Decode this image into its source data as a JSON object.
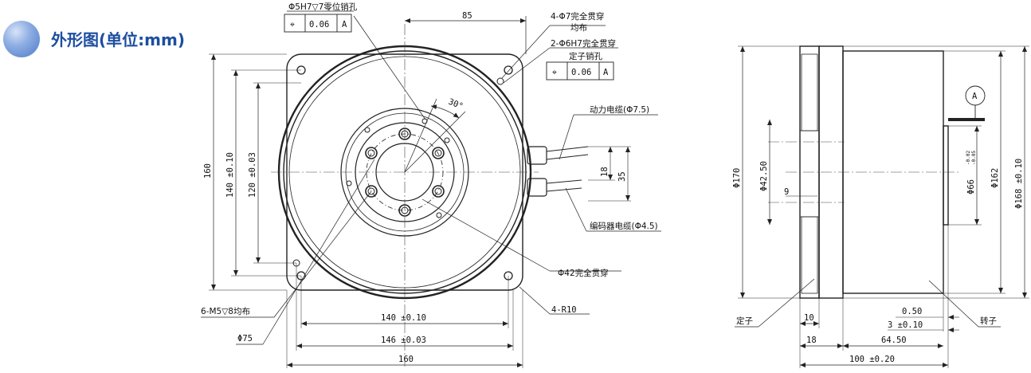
{
  "header": {
    "title": "外形图(单位:mm)"
  },
  "front_view": {
    "tol_frame_top": {
      "symbol": "⌖",
      "value": "0.06",
      "datum": "A"
    },
    "tol_frame_right": {
      "symbol": "⌖",
      "value": "0.06",
      "datum": "A"
    },
    "callouts": {
      "pin_hole": "Φ5H7▽7零位销孔",
      "dim_85": "85",
      "holes_4": "4-Φ7完全贯穿",
      "holes_4_b": "均布",
      "stator_pin": "2-Φ6H7完全贯穿",
      "stator_pin_b": "定子销孔",
      "angle": "30°",
      "power_cable": "动力电缆(Φ7.5)",
      "dim_18": "18",
      "dim_35": "35",
      "encoder_cable": "编码器电缆(Φ4.5)",
      "bore": "Φ42完全贯穿",
      "radius": "4-R10",
      "m5": "6-M5▽8均布",
      "phi75": "Φ75"
    },
    "dims": {
      "d160v": "160",
      "d140v": "140 ±0.10",
      "d120v": "120 ±0.03",
      "d140h": "140 ±0.10",
      "d146h": "146 ±0.03",
      "d160h": "160"
    }
  },
  "side_view": {
    "datum": "A",
    "dims": {
      "phi170": "Φ170",
      "phi42": "Φ42.50",
      "d9": "9",
      "phi66": "Φ66",
      "phi66_tol_top": "-0.02",
      "phi66_tol_bot": "-0.05",
      "phi162": "Φ162",
      "phi168": "Φ168 ±0.10",
      "d050": "0.50",
      "d3": "3 ±0.10",
      "d10": "10",
      "d18": "18",
      "d6450": "64.50",
      "d100": "100 ±0.20"
    },
    "labels": {
      "stator": "定子",
      "rotor": "转子"
    }
  }
}
